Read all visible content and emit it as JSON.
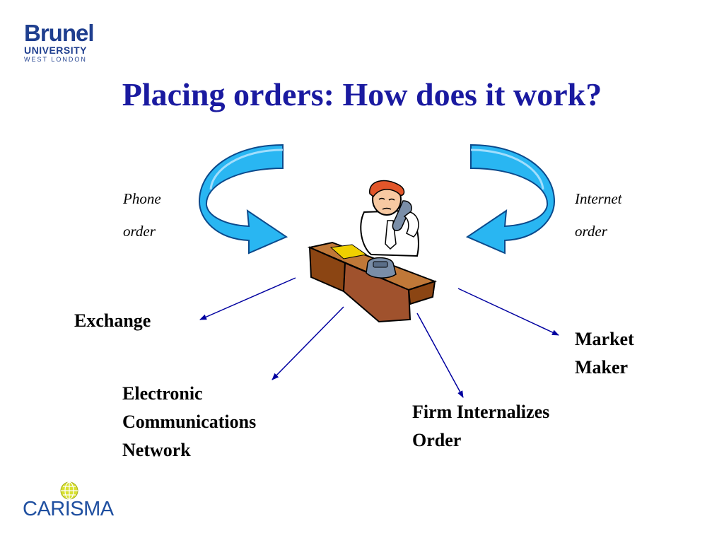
{
  "logo": {
    "line1": "Brunel",
    "line2": "UNIVERSITY",
    "line3": "WEST LONDON"
  },
  "title": "Placing orders: How does it work?",
  "labels": {
    "phone": "Phone\norder",
    "internet": "Internet\norder"
  },
  "nodes": {
    "exchange": "Exchange",
    "ecn": "Electronic\nCommunications\nNetwork",
    "firm": "Firm Internalizes\nOrder",
    "market_maker": "Market\nMaker"
  },
  "footer_logo": "CARISMA",
  "colors": {
    "title": "#1a1aa0",
    "arrow_fill": "#29b6f2",
    "arrow_line": "#0000a0",
    "desk": "#a0522d"
  }
}
